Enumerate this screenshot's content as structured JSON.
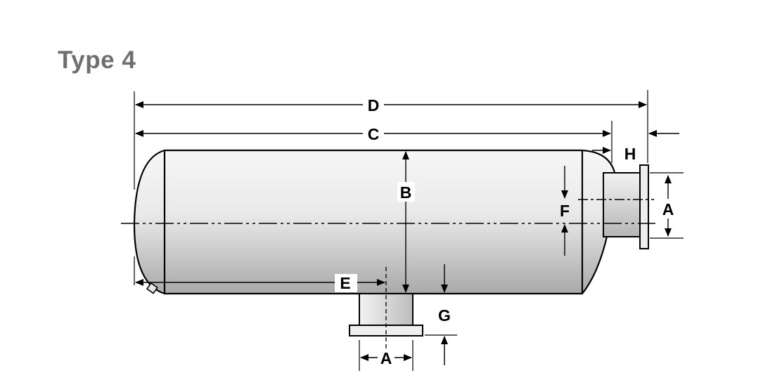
{
  "title": "Type 4",
  "labels": {
    "A_side": "A",
    "A_bottom": "A",
    "B": "B",
    "C": "C",
    "D": "D",
    "E": "E",
    "F": "F",
    "G": "G",
    "H": "H"
  }
}
